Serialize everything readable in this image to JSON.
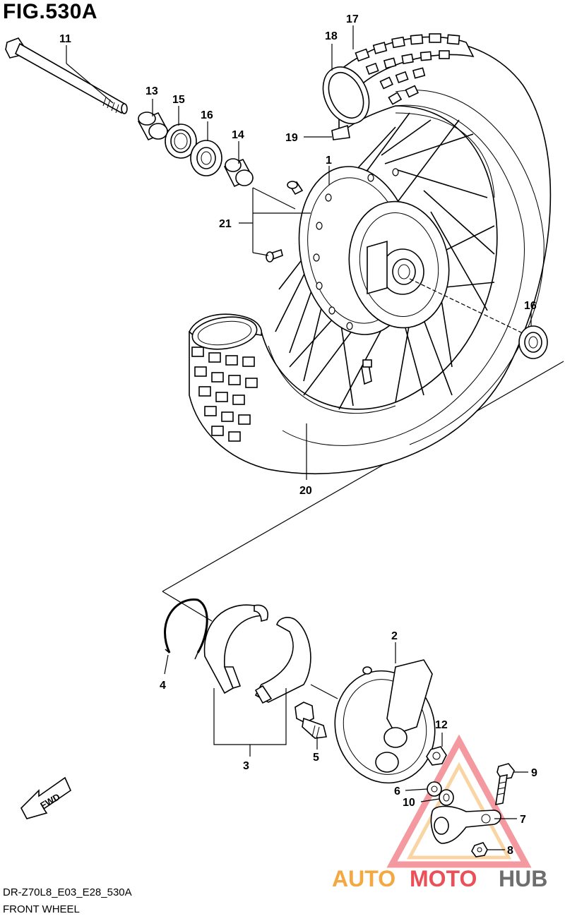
{
  "figure": {
    "title": "FIG.530A",
    "model_code": "DR-Z70L8_E03_E28_530A",
    "name": "FRONT WHEEL",
    "fwd_label": "FWD"
  },
  "watermark": {
    "text_auto": "AUTO",
    "text_moto": "MOTO",
    "text_hub": "HUB",
    "colors": {
      "auto": "#f39a21",
      "moto": "#e8323c",
      "hub": "#444444"
    }
  },
  "callouts": [
    {
      "id": "11",
      "label": "11"
    },
    {
      "id": "13",
      "label": "13"
    },
    {
      "id": "15",
      "label": "15"
    },
    {
      "id": "16a",
      "label": "16"
    },
    {
      "id": "14",
      "label": "14"
    },
    {
      "id": "18",
      "label": "18"
    },
    {
      "id": "17",
      "label": "17"
    },
    {
      "id": "19",
      "label": "19"
    },
    {
      "id": "1",
      "label": "1"
    },
    {
      "id": "21",
      "label": "21"
    },
    {
      "id": "16b",
      "label": "16"
    },
    {
      "id": "20",
      "label": "20"
    },
    {
      "id": "4",
      "label": "4"
    },
    {
      "id": "3",
      "label": "3"
    },
    {
      "id": "2",
      "label": "2"
    },
    {
      "id": "5",
      "label": "5"
    },
    {
      "id": "12",
      "label": "12"
    },
    {
      "id": "9",
      "label": "9"
    },
    {
      "id": "6",
      "label": "6"
    },
    {
      "id": "10",
      "label": "10"
    },
    {
      "id": "7",
      "label": "7"
    },
    {
      "id": "8",
      "label": "8"
    }
  ]
}
